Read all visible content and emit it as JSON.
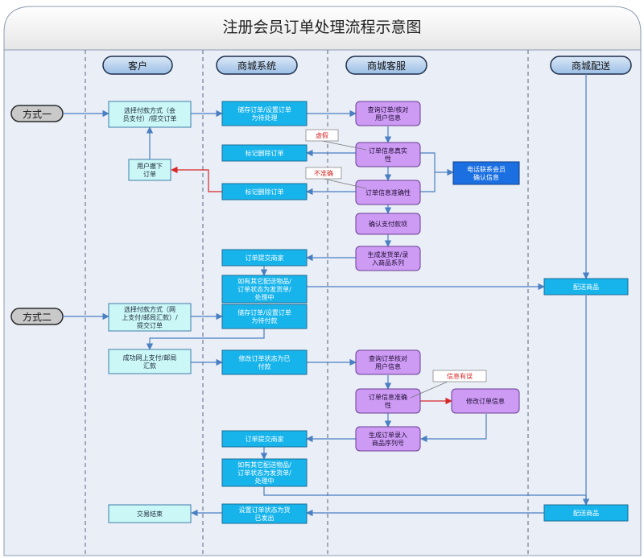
{
  "title": "注册会员订单处理流程示意图",
  "lanes": {
    "customer": "客户",
    "system": "商城系统",
    "service": "商城客服",
    "delivery": "商城配送"
  },
  "methods": {
    "one": "方式一",
    "two": "方式二"
  },
  "nodes": {
    "c1": [
      "选择付款方式（会",
      "员支付）/提交订单"
    ],
    "c2": [
      "用户撤下",
      "订单"
    ],
    "c3": [
      "选择付款方式（网",
      "上支付/邮局汇款）/",
      "提交订单"
    ],
    "c4": [
      "成功网上支付/邮局",
      "汇款"
    ],
    "c5": [
      "交易结束"
    ],
    "s1": [
      "储存订单/设置订单",
      "为待处理"
    ],
    "s2": [
      "标记删除订单"
    ],
    "s3": [
      "标记删除订单"
    ],
    "s4": [
      "订单提交商家"
    ],
    "s5": [
      "如有其它配送物品/",
      "订单状态为发货单/",
      "处理中"
    ],
    "s6": [
      "储存订单/设置订单",
      "为待付款"
    ],
    "s7": [
      "修改订单状态为已",
      "付款"
    ],
    "s8": [
      "订单提交商家"
    ],
    "s9": [
      "如有其它配送物品/",
      "订单状态为发货单/",
      "处理中"
    ],
    "s10": [
      "设置订单状态为货",
      "已发出"
    ],
    "v1": [
      "查询订单/核对",
      "用户信息"
    ],
    "v2": [
      "订单信息真实",
      "性"
    ],
    "v3": [
      "订单信息准确性"
    ],
    "v4": [
      "确认支付款项"
    ],
    "v5": [
      "生成发货单/录",
      "入商品系列"
    ],
    "v6": [
      "查询订单核对",
      "用户信息"
    ],
    "v7": [
      "订单信息准确",
      "性"
    ],
    "v8": [
      "修改订单信息"
    ],
    "v9": [
      "生成订单录入",
      "商品序列号"
    ],
    "phone": [
      "电话联系会员",
      "确认信息"
    ],
    "d1": [
      "配送商品"
    ],
    "d2": [
      "配送商品"
    ]
  },
  "notes": {
    "n1": "虚假",
    "n2": "不准确",
    "n3": "信息有误"
  },
  "colors": {
    "customer_box": "#ccf7f7",
    "system_box": "#17b4ec",
    "service_box": "#cd9af4",
    "phone_box": "#1b6fe0",
    "lane_header": "#a9c8ea",
    "arrow_blue": "#4a7fc1",
    "arrow_red": "#d62828"
  }
}
